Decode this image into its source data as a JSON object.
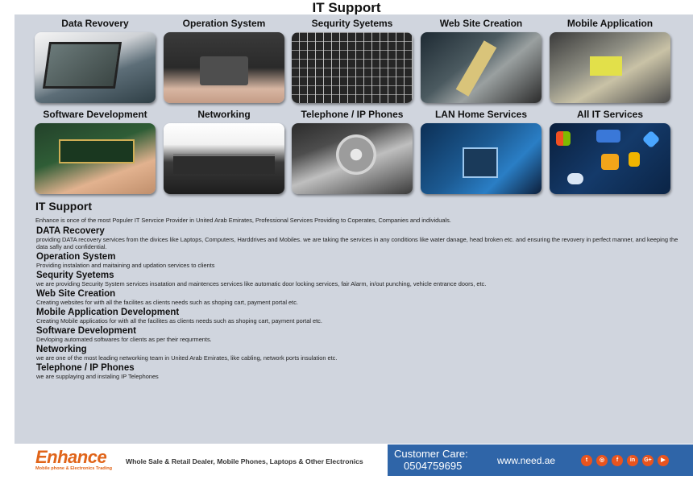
{
  "page": {
    "title": "IT Support"
  },
  "services_grid": [
    {
      "label": "Data Revovery",
      "icon": "laptop-screen-photo"
    },
    {
      "label": "Operation System",
      "icon": "touchpad-photo"
    },
    {
      "label": "Sequrity Syetems",
      "icon": "keyboard-photo"
    },
    {
      "label": "Web Site Creation",
      "icon": "repair-tools-photo"
    },
    {
      "label": "Mobile Application",
      "icon": "mobile-board-photo"
    },
    {
      "label": "Software Development",
      "icon": "ram-module-photo"
    },
    {
      "label": "Networking",
      "icon": "network-ports-photo"
    },
    {
      "label": "Telephone / IP Phones",
      "icon": "hard-drive-photo"
    },
    {
      "label": "LAN Home Services",
      "icon": "circuit-board-photo"
    },
    {
      "label": "All IT Services",
      "icon": "tech-icons-collage"
    }
  ],
  "content": {
    "title": "IT Support",
    "intro": "Enhance is once of the most Populer IT Servcice Provider in United Arab Emirates, Professional Services Providing to Coperates, Companies and individuals.",
    "services": [
      {
        "title": "DATA Recovery",
        "desc": "providing DATA recovery services from the divices like Laptops, Computers, Harddrives and Mobiles. we are taking the services in any conditions like water danage, head broken etc. and ensuring the revovery in perfect manner, and keeping the data safly and confidential."
      },
      {
        "title": "Operation System",
        "desc": "Providing instalation and maitaining and updation services to clients"
      },
      {
        "title": "Sequrity Syetems",
        "desc": "we are providing Security System services insatation and maintences services like automatic door locking services, fair Alarm, in/out punching, vehicle entrance doors, etc."
      },
      {
        "title": "Web Site Creation",
        "desc": "Creating websites for with all the facilites as clients needs such as shoping cart, payment portal etc."
      },
      {
        "title": "Mobile Application Development",
        "desc": "Creating Mobile applicatios for with all the facilites as clients needs such as shoping cart, payment portal etc."
      },
      {
        "title": "Software Development",
        "desc": "Devloping automated softwares for clients as per their requrments."
      },
      {
        "title": "Networking",
        "desc": "we are one of the most leading networking team in United Arab Emirates, like cabling, network ports insulation etc."
      },
      {
        "title": "Telephone / IP Phones",
        "desc": "we are supplaying and instaling IP Telephones"
      }
    ]
  },
  "footer": {
    "brand_name": "Enhance",
    "brand_sub": "Mobile phone & Electronics Trading",
    "tagline": "Whole Sale & Retail Dealer, Mobile Phones, Laptops & Other Electronics",
    "customer_care_label": "Customer Care:",
    "phone": "0504759695",
    "website": "www.need.ae",
    "socials": [
      {
        "name": "twitter-icon",
        "glyph": "t"
      },
      {
        "name": "instagram-icon",
        "glyph": "◎"
      },
      {
        "name": "facebook-icon",
        "glyph": "f"
      },
      {
        "name": "linkedin-icon",
        "glyph": "in"
      },
      {
        "name": "google-plus-icon",
        "glyph": "G+"
      },
      {
        "name": "youtube-icon",
        "glyph": "▶"
      }
    ],
    "accent_color": "#e06419",
    "bar_color": "#2f65a8"
  }
}
